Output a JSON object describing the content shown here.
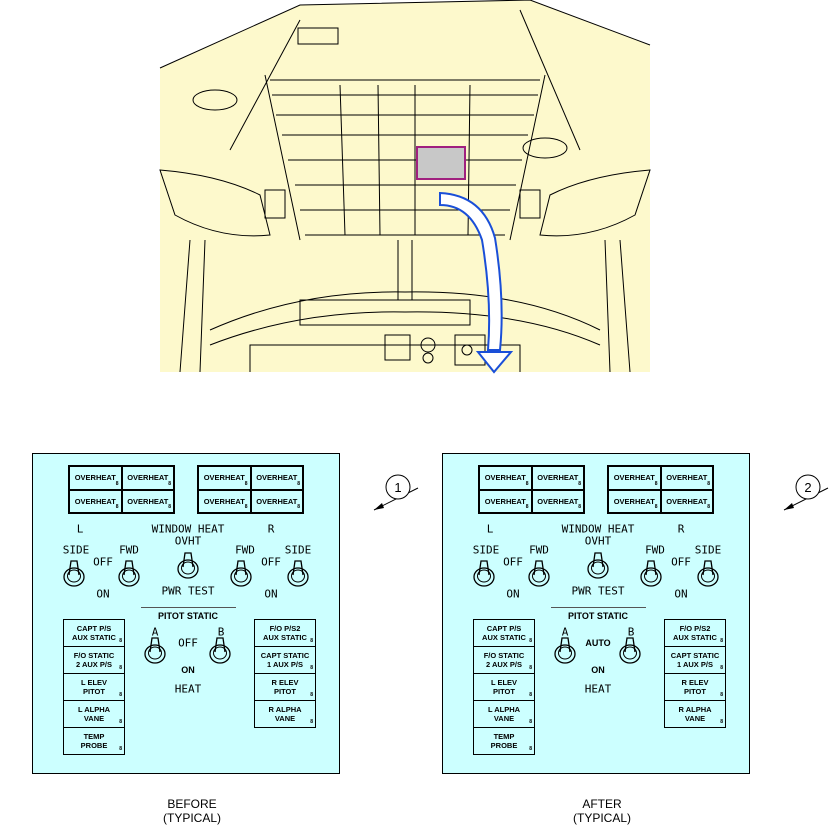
{
  "panels": [
    {
      "id": "before",
      "callout": "1",
      "overheat": [
        "OVERHEAT",
        "OVERHEAT",
        "OVERHEAT",
        "OVERHEAT",
        "OVERHEAT",
        "OVERHEAT",
        "OVERHEAT",
        "OVERHEAT"
      ],
      "window_heat_title": "WINDOW HEAT",
      "left_label": "L",
      "right_label": "R",
      "side": "SIDE",
      "fwd": "FWD",
      "off": "OFF",
      "on": "ON",
      "ovht": "OVHT",
      "pwr_test": "PWR TEST",
      "pitot_static": "PITOT STATIC",
      "switch_a": "A",
      "switch_b": "B",
      "pitot_mode": "OFF",
      "pitot_on": "ON",
      "heat": "HEAT",
      "left_lights": [
        [
          "CAPT P/S",
          "AUX STATIC"
        ],
        [
          "F/O STATIC",
          "2 AUX P/S"
        ],
        [
          "L ELEV",
          "PITOT"
        ],
        [
          "L ALPHA",
          "VANE"
        ],
        [
          "TEMP",
          "PROBE"
        ]
      ],
      "right_lights": [
        [
          "F/O P/S2",
          "AUX STATIC"
        ],
        [
          "CAPT STATIC",
          "1 AUX P/S"
        ],
        [
          "R ELEV",
          "PITOT"
        ],
        [
          "R ALPHA",
          "VANE"
        ]
      ],
      "caption": [
        "BEFORE",
        "(TYPICAL)"
      ]
    },
    {
      "id": "after",
      "callout": "2",
      "overheat": [
        "OVERHEAT",
        "OVERHEAT",
        "OVERHEAT",
        "OVERHEAT",
        "OVERHEAT",
        "OVERHEAT",
        "OVERHEAT",
        "OVERHEAT"
      ],
      "window_heat_title": "WINDOW HEAT",
      "left_label": "L",
      "right_label": "R",
      "side": "SIDE",
      "fwd": "FWD",
      "off": "OFF",
      "on": "ON",
      "ovht": "OVHT",
      "pwr_test": "PWR TEST",
      "pitot_static": "PITOT STATIC",
      "switch_a": "A",
      "switch_b": "B",
      "pitot_mode": "AUTO",
      "pitot_on": "ON",
      "heat": "HEAT",
      "left_lights": [
        [
          "CAPT P/S",
          "AUX STATIC"
        ],
        [
          "F/O STATIC",
          "2 AUX P/S"
        ],
        [
          "L ELEV",
          "PITOT"
        ],
        [
          "L ALPHA",
          "VANE"
        ],
        [
          "TEMP",
          "PROBE"
        ]
      ],
      "right_lights": [
        [
          "F/O P/S2",
          "AUX STATIC"
        ],
        [
          "CAPT STATIC",
          "1 AUX P/S"
        ],
        [
          "R ELEV",
          "PITOT"
        ],
        [
          "R ALPHA",
          "VANE"
        ]
      ],
      "caption": [
        "AFTER",
        "(TYPICAL)"
      ]
    }
  ],
  "colors": {
    "panel_bg": "#ccffff",
    "cockpit_bg": "#fdf9cc",
    "highlight": "#c8c8c8",
    "highlight_border": "#a0207f",
    "arrow": "#1a4fd8"
  }
}
